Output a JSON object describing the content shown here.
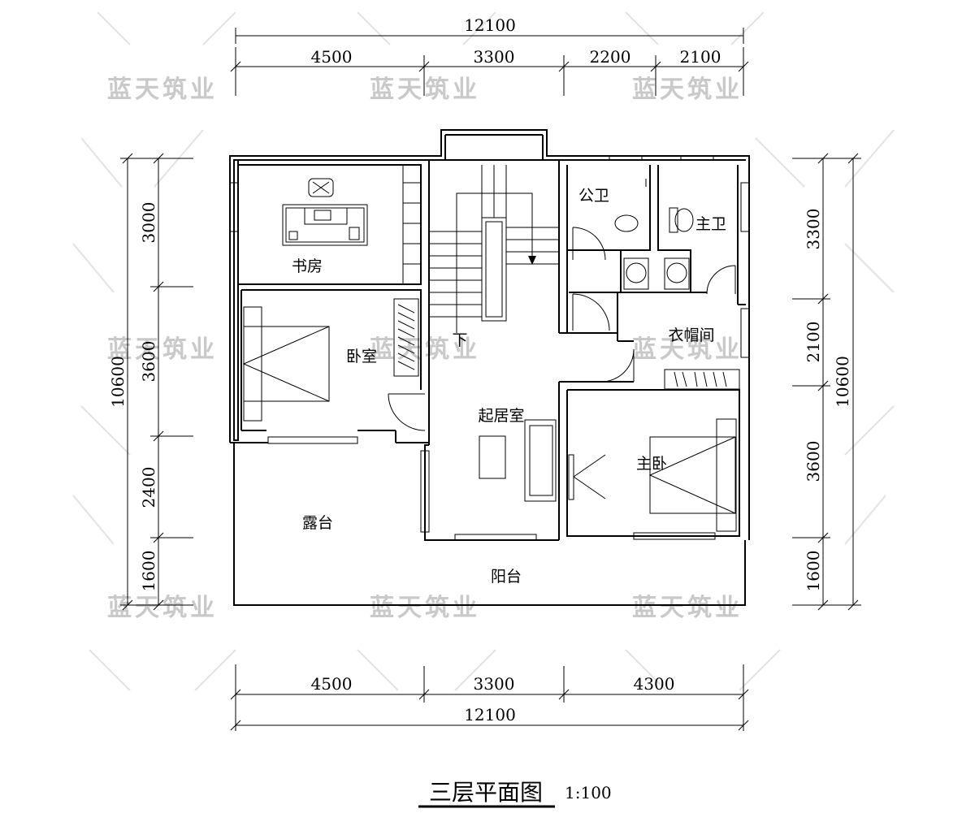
{
  "watermark": "蓝天筑业",
  "dimensions": {
    "top_total": "12100",
    "top_segments": [
      "4500",
      "3300",
      "2200",
      "2100"
    ],
    "bottom_segments": [
      "4500",
      "3300",
      "4300"
    ],
    "bottom_total": "12100",
    "left_segments": [
      "3000",
      "3600",
      "2400",
      "1600"
    ],
    "left_total": "10600",
    "right_segments": [
      "3300",
      "2100",
      "3600",
      "1600"
    ],
    "right_total": "10600"
  },
  "rooms": {
    "study": "书房",
    "bedroom": "卧室",
    "public_bath": "公卫",
    "master_bath": "主卫",
    "cloakroom": "衣帽间",
    "living": "起居室",
    "master_bedroom": "主卧",
    "terrace": "露台",
    "balcony": "阳台",
    "stair_down": "下"
  },
  "title": {
    "main": "三层平面图",
    "scale": "1:100"
  }
}
